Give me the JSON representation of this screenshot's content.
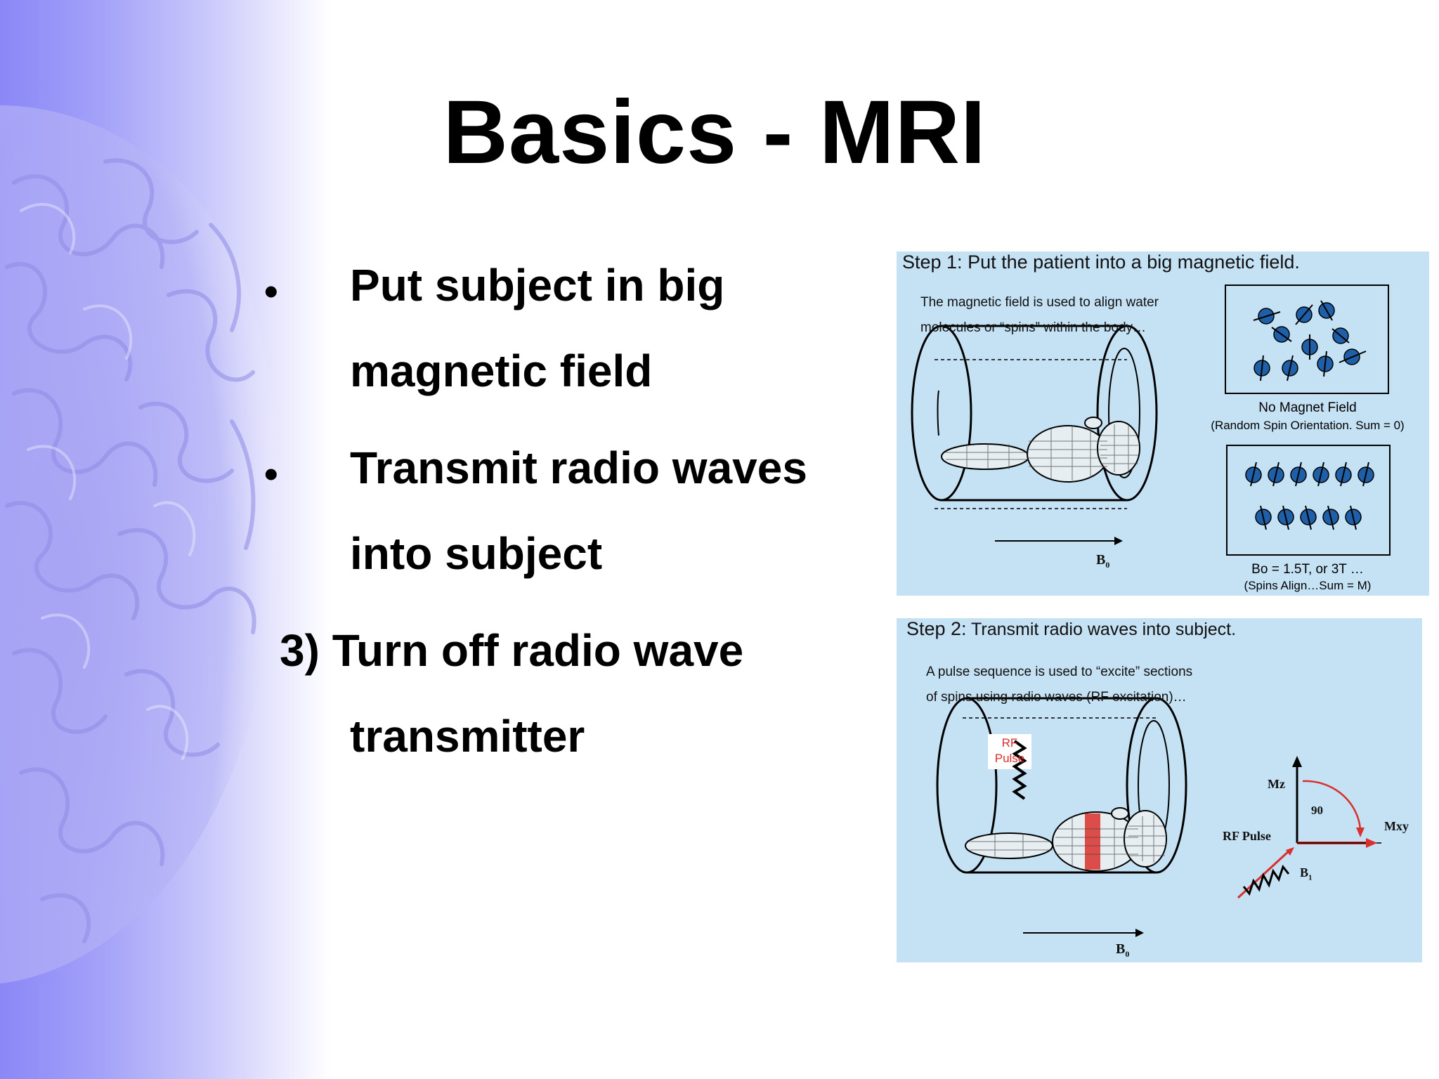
{
  "slide": {
    "title": "Basics - MRI",
    "bullets": [
      {
        "marker": "•",
        "line1": "Put subject in big",
        "line2": "magnetic field"
      },
      {
        "marker": "•",
        "line1": "Transmit radio waves",
        "line2": "into subject"
      },
      {
        "marker": "3)",
        "line1": "Turn off radio wave",
        "line2": "transmitter"
      }
    ]
  },
  "step1": {
    "heading": "Step 1: Put the patient into a big magnetic field.",
    "desc_line1": "The magnetic field is used to align water",
    "desc_line2": "molecules or “spins” within the body…",
    "no_field_caption": "No Magnet Field",
    "no_field_sub": "(Random Spin Orientation.  Sum = 0)",
    "field_caption": "Bo = 1.5T, or 3T …",
    "field_sub": "(Spins Align…Sum = M)",
    "b0_label": "B",
    "b0_sub": "0"
  },
  "step2": {
    "heading_prefix": "Step 2:",
    "heading_rest": " Transmit radio waves into subject.",
    "desc_line1": "A pulse sequence is used to “excite” sections",
    "desc_line2": "of spins using radio waves (RF excitation)…",
    "rf_box_line1": "RF",
    "rf_box_line2": "Pulse",
    "mz_label": "Mz",
    "angle_label": "90",
    "mxy_label": "Mxy",
    "rf_pulse_label": "RF Pulse",
    "b1_label": "B",
    "b1_sub": "1",
    "b0_label": "B",
    "b0_sub": "0"
  },
  "colors": {
    "sidebar_start": "#8b87f7",
    "panel_bg": "#c5e1f4",
    "spin_blue": "#1f5fa8",
    "red": "#d9302b"
  }
}
